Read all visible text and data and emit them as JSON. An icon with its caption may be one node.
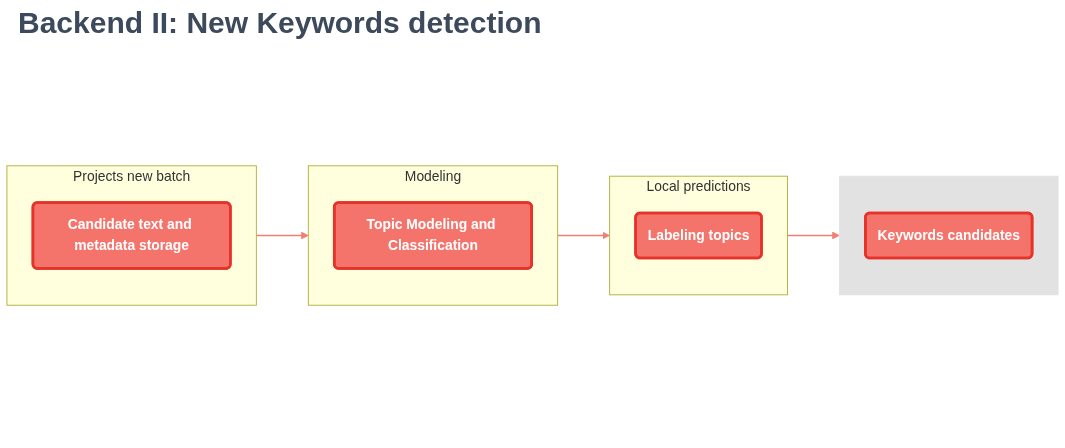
{
  "diagram": {
    "title": "Backend II: New Keywords detection",
    "nodes": [
      {
        "text": [
          "Projects new batch"
        ]
      },
      {
        "text": [
          "Candidate text and metadata storage"
        ],
        "in": 0
      },
      {
        "text": [
          "Modeling"
        ]
      },
      {
        "text": [
          "Topic Modeling and Classification"
        ],
        "in": 2
      },
      {
        "text": [
          "Local predictions"
        ]
      },
      {
        "text": [
          "Labeling topics"
        ],
        "in": 4
      },
      {
        "text": [],
        "shape": "box"
      },
      {
        "text": [
          "Keywords candidates"
        ],
        "in": 6
      }
    ],
    "edges": [
      {
        "from": 0,
        "to": 2,
        "arrow": "to"
      },
      {
        "from": 2,
        "to": 4,
        "arrow": "to"
      },
      {
        "from": 4,
        "to": 6,
        "arrow": "to"
      }
    ]
  }
}
